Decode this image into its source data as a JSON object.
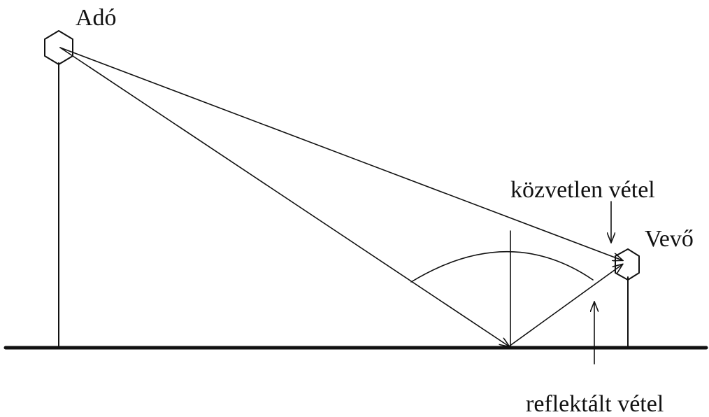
{
  "labels": {
    "transmitter": "Adó",
    "receiver": "Vevő",
    "direct_reception": "közvetlen vétel",
    "reflected_reception": "reflektált vétel"
  },
  "colors": {
    "ink": "#111111",
    "background": "#ffffff"
  }
}
